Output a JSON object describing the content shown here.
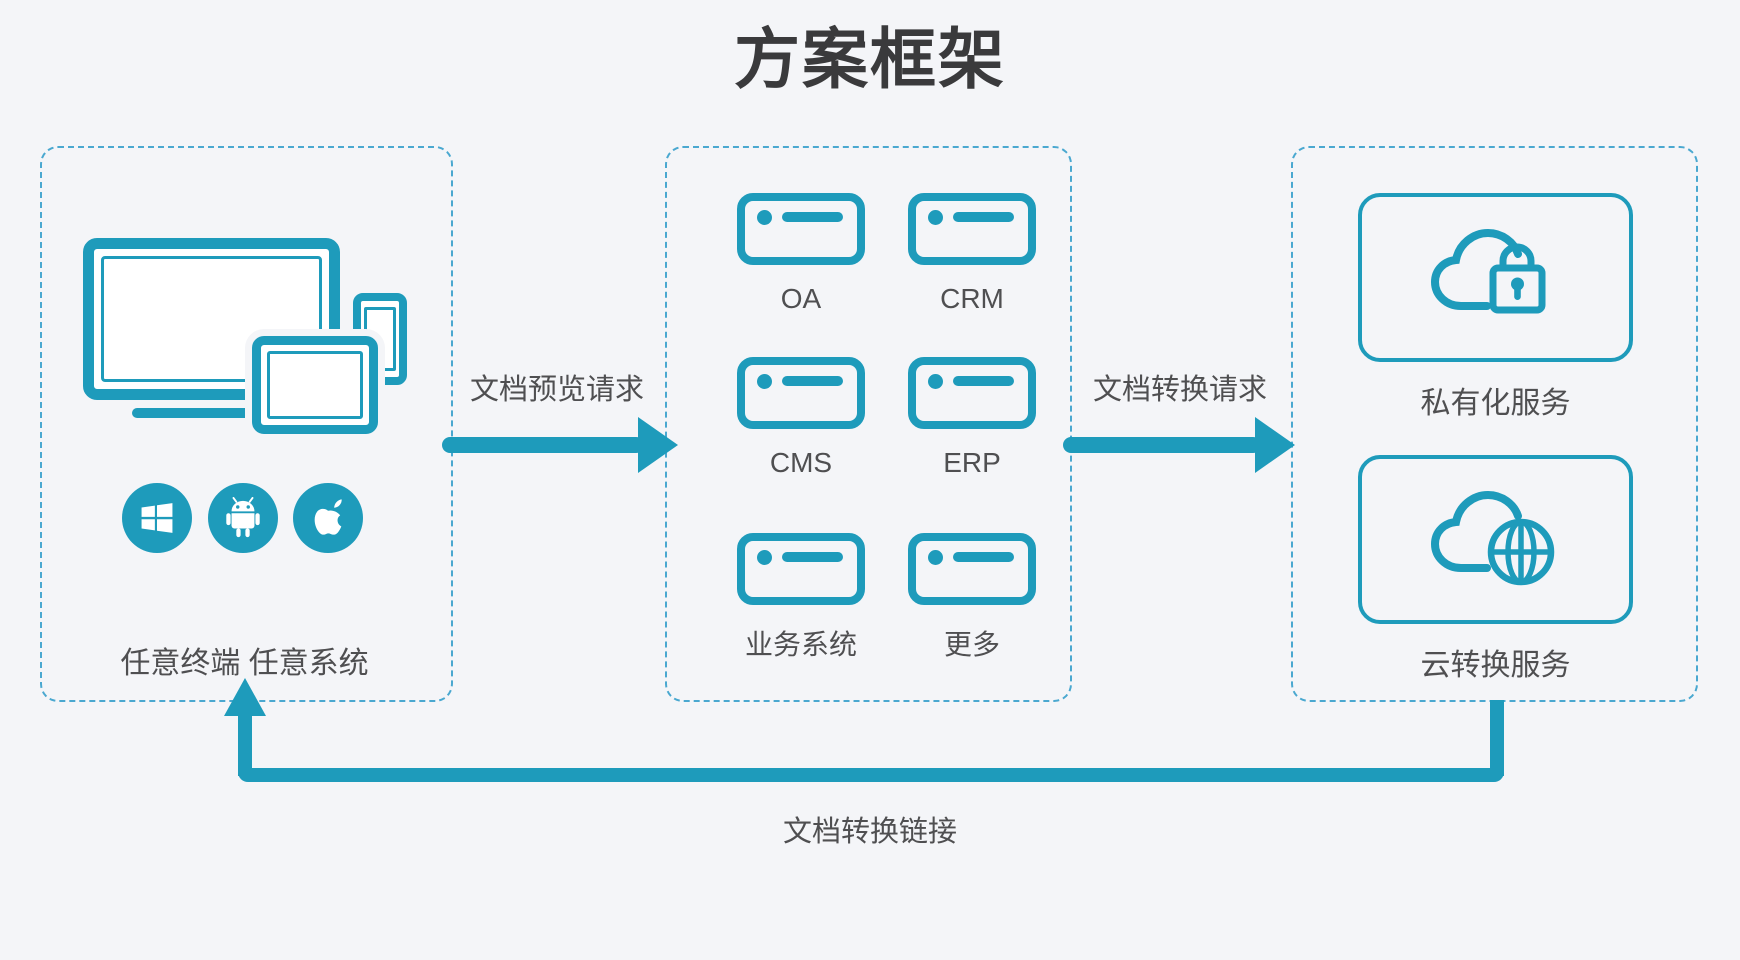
{
  "title": "方案框架",
  "colors": {
    "accent": "#1e9bbb",
    "dashed_border": "#4aa8d0",
    "background": "#f4f5f8",
    "title_text": "#3a3a3c",
    "label_text": "#4f4f51"
  },
  "left_box": {
    "caption": "任意终端 任意系统",
    "os_icons": [
      {
        "icon": "windows-icon"
      },
      {
        "icon": "android-icon"
      },
      {
        "icon": "apple-icon"
      }
    ],
    "device_icons": [
      "monitor-icon",
      "tablet-icon",
      "phone-icon"
    ]
  },
  "middle_box": {
    "items": [
      {
        "label": "OA"
      },
      {
        "label": "CRM"
      },
      {
        "label": "CMS"
      },
      {
        "label": "ERP"
      },
      {
        "label": "业务系统"
      },
      {
        "label": "更多"
      }
    ]
  },
  "right_box": {
    "services": [
      {
        "label": "私有化服务",
        "icon": "cloud-lock-icon"
      },
      {
        "label": "云转换服务",
        "icon": "cloud-globe-icon"
      }
    ]
  },
  "arrows": {
    "preview_request": "文档预览请求",
    "convert_request": "文档转换请求",
    "convert_link": "文档转换链接"
  }
}
